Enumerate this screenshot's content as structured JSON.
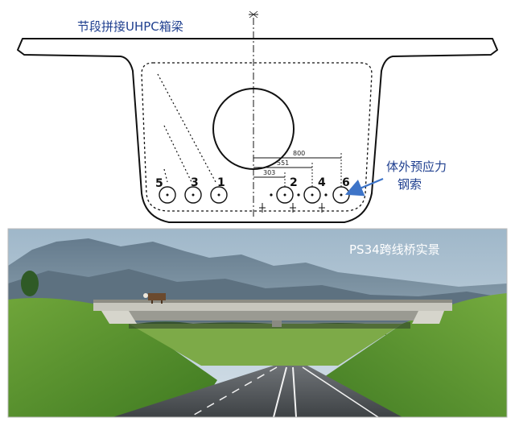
{
  "diagram": {
    "title": "节段拼接UHPC箱梁",
    "tendon_labels": [
      "5",
      "3",
      "1",
      "2",
      "4",
      "6"
    ],
    "dimensions": [
      "800",
      "551",
      "303"
    ],
    "callout": {
      "line1": "体外预应力",
      "line2": "钢索"
    },
    "colors": {
      "line": "#111111",
      "annotation": "#1f3f8f",
      "arrow": "#3d74c8"
    }
  },
  "photo": {
    "caption": "PS34跨线桥实景"
  }
}
